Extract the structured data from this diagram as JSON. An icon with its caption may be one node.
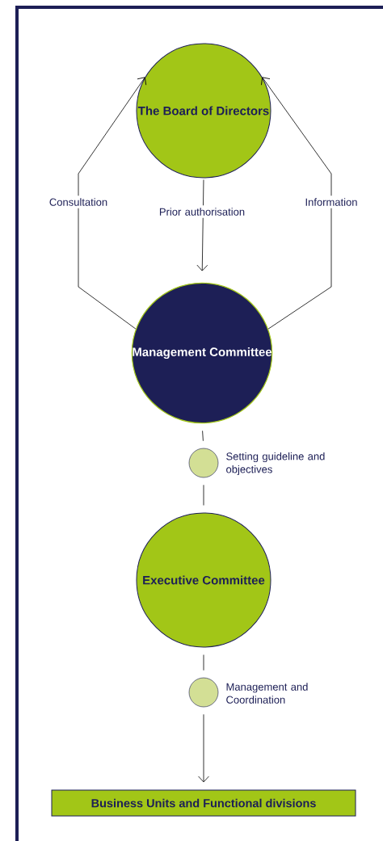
{
  "diagram": {
    "nodes": [
      {
        "text": [
          "The Board of Directors"
        ]
      },
      {
        "text": [
          "Management Committee"
        ]
      },
      {
        "text": [],
        "shape": "circle",
        "beside": [
          "Setting guideline and objectives"
        ]
      },
      {
        "text": [
          "Executive Committee"
        ]
      },
      {
        "text": [],
        "shape": "circle",
        "beside": [
          "Management and Coordination"
        ]
      },
      {
        "text": [
          "Business Units and Functional divisions"
        ]
      }
    ],
    "edges": [
      {
        "from": 0,
        "to": 1,
        "arrow": "to",
        "label": "Prior authorisation"
      },
      {
        "from": 1,
        "to": 0,
        "arrow": "to",
        "label": "Consultation"
      },
      {
        "from": 1,
        "to": 0,
        "arrow": "to",
        "label": "Information"
      },
      {
        "from": 1,
        "to": 2,
        "arrow": "none"
      },
      {
        "from": 2,
        "to": 3,
        "arrow": "none"
      },
      {
        "from": 3,
        "to": 4,
        "arrow": "none"
      },
      {
        "from": 4,
        "to": 5,
        "arrow": "to"
      }
    ]
  }
}
